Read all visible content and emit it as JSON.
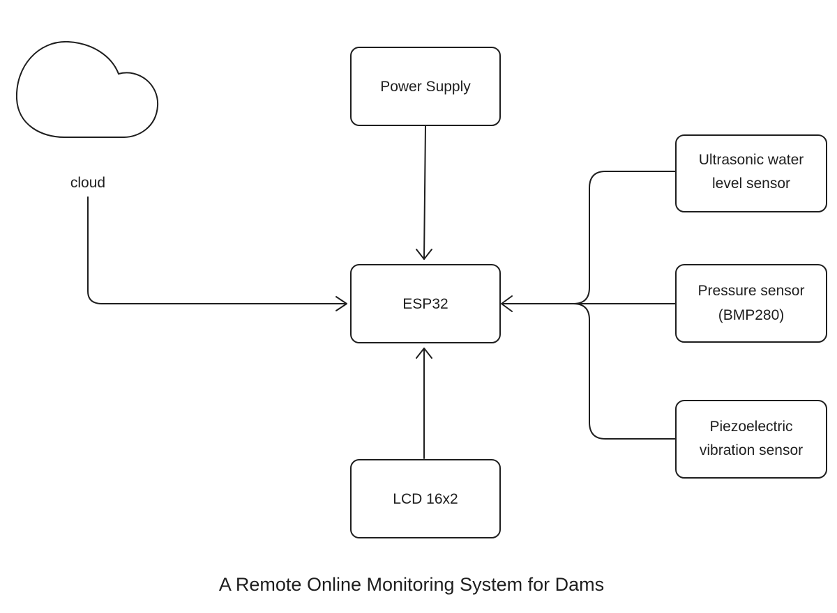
{
  "diagram": {
    "caption": "A Remote Online Monitoring System for Dams",
    "cloud_label": "cloud",
    "nodes": {
      "power": {
        "line1": "Power Supply"
      },
      "esp32": {
        "line1": "ESP32"
      },
      "lcd": {
        "line1": "LCD 16x2"
      },
      "ultrasonic": {
        "line1": "Ultrasonic water",
        "line2": "level sensor"
      },
      "pressure": {
        "line1": "Pressure sensor",
        "line2": "(BMP280)"
      },
      "piezo": {
        "line1": "Piezoelectric",
        "line2": "vibration sensor"
      }
    },
    "colors": {
      "stroke": "#1e1e1e",
      "background": "#ffffff"
    }
  }
}
